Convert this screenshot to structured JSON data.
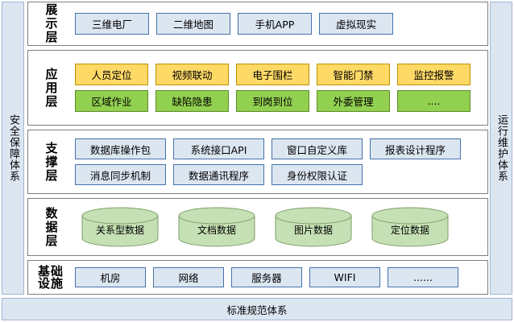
{
  "sidebars": {
    "left": {
      "label": "安全保障体系"
    },
    "right": {
      "label": "运行维护体系"
    }
  },
  "bottom_bar": {
    "label": "标准规范体系"
  },
  "layers": [
    {
      "id": "presentation",
      "label": "展示层",
      "rows": [
        {
          "style": "blue",
          "nodes": [
            "三维电厂",
            "二维地图",
            "手机APP",
            "虚拟现实"
          ]
        }
      ]
    },
    {
      "id": "application",
      "label": "应用层",
      "rows": [
        {
          "style": "orange",
          "nodes": [
            "人员定位",
            "视频联动",
            "电子围栏",
            "智能门禁",
            "监控报警"
          ]
        },
        {
          "style": "green",
          "nodes": [
            "区域作业",
            "缺陷隐患",
            "到岗到位",
            "外委管理",
            "...."
          ]
        }
      ]
    },
    {
      "id": "support",
      "label": "支撑层",
      "rows": [
        {
          "style": "blue",
          "nodes": [
            "数据库操作包",
            "系统接口API",
            "窗口自定义库",
            "报表设计程序"
          ]
        },
        {
          "style": "blue",
          "nodes": [
            "消息同步机制",
            "数据通讯程序",
            "身份权限认证"
          ]
        }
      ]
    },
    {
      "id": "data",
      "label": "数据层",
      "cylinders": [
        "关系型数据",
        "文档数据",
        "图片数据",
        "定位数据"
      ]
    },
    {
      "id": "infra",
      "label": "基础设施",
      "rows": [
        {
          "style": "blue",
          "nodes": [
            "机房",
            "网络",
            "服务器",
            "WIFI",
            "......"
          ]
        }
      ]
    }
  ],
  "colors": {
    "panel_fill": "#dce6f1",
    "panel_border": "#9fb6d4",
    "node_blue_fill": "#dce6f1",
    "node_blue_border": "#4472a8",
    "node_orange_fill": "#ffd966",
    "node_orange_border": "#bf9000",
    "node_green_fill": "#92d050",
    "node_green_border": "#5e8b2a",
    "cylinder_fill": "#c5e0b4",
    "cylinder_border": "#7f9e68",
    "layer_border": "#7f7f7f"
  }
}
